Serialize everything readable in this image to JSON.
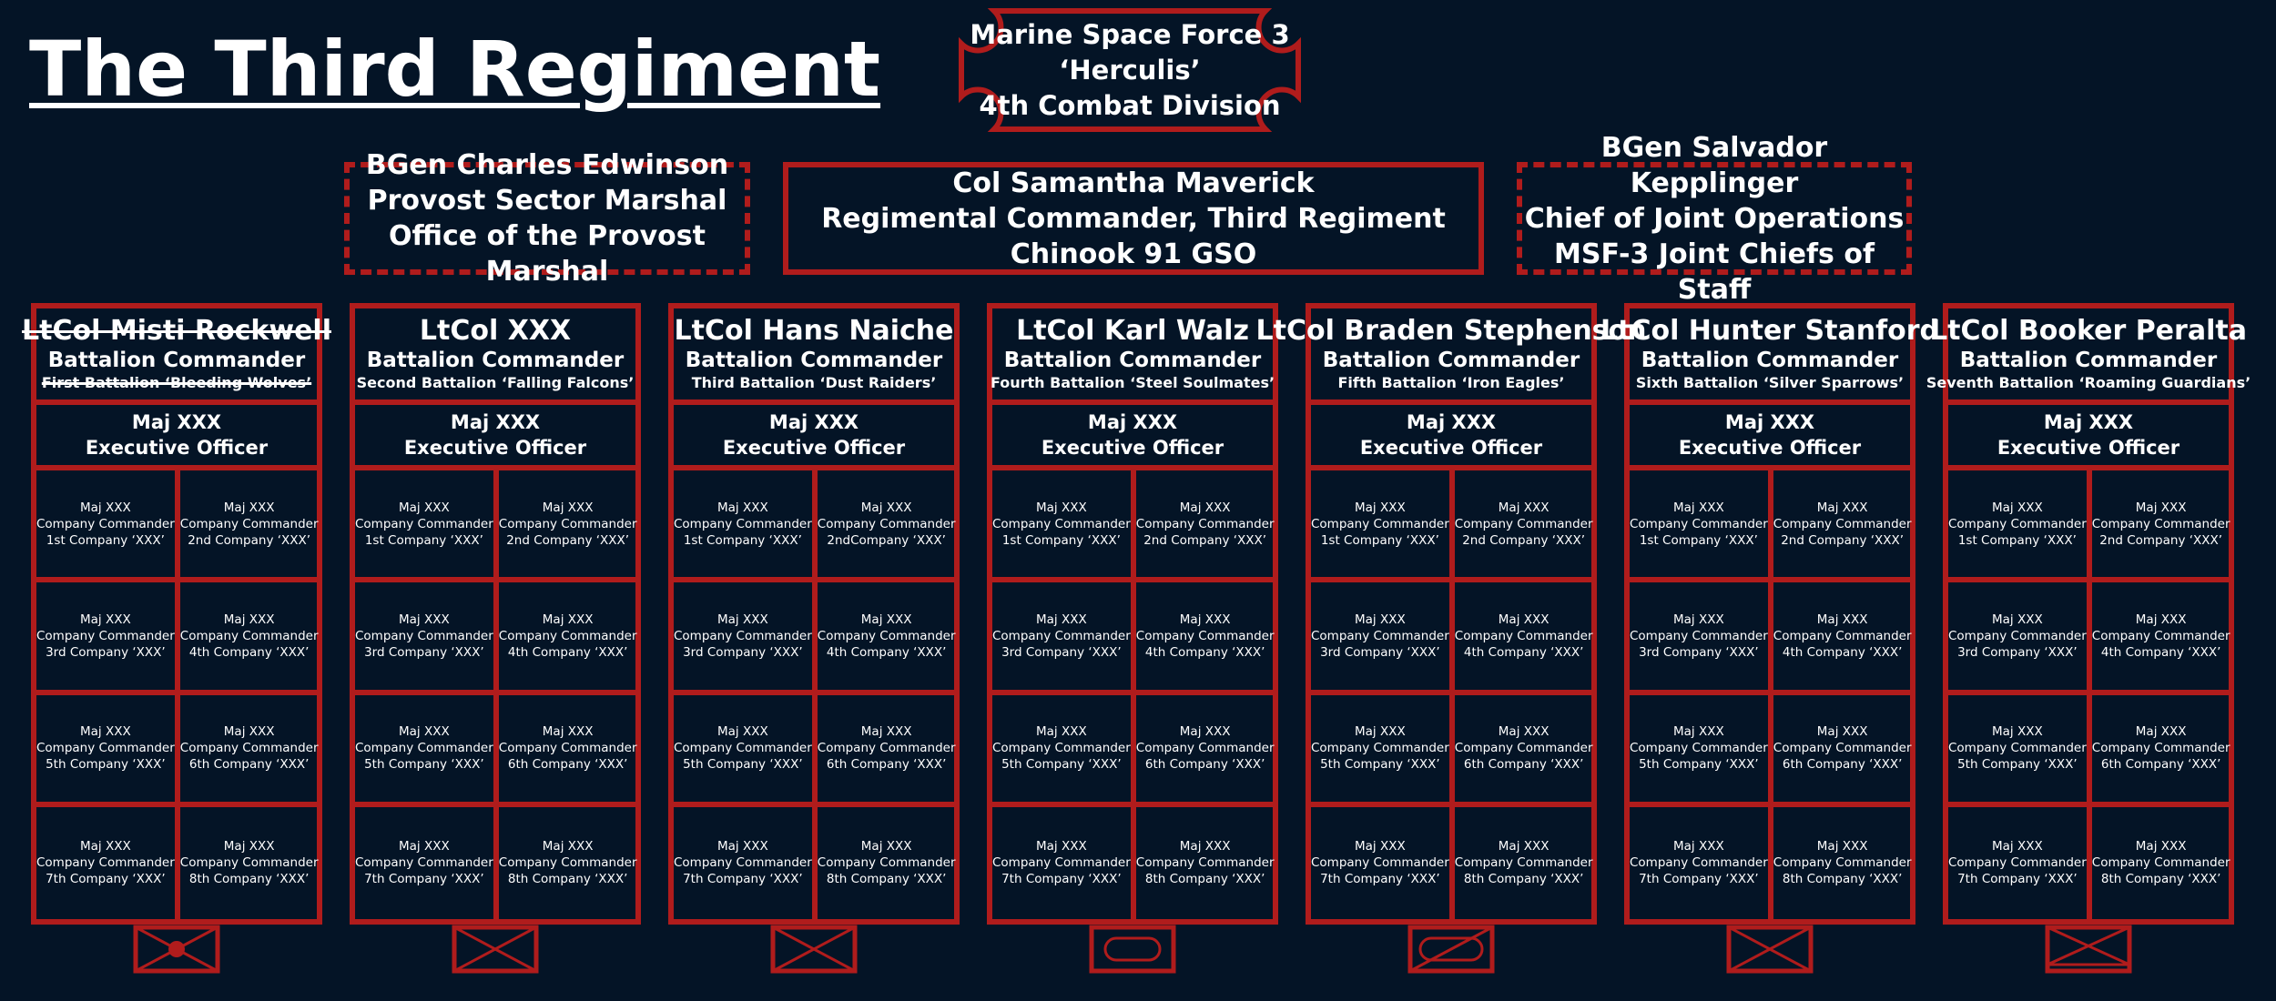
{
  "title": "The Third Regiment",
  "force_badge": {
    "lines": [
      "Marine Space Force 3",
      "‘Herculis’",
      "4th Combat Division"
    ]
  },
  "hq": {
    "left": {
      "lines": [
        "BGen Charles Edwinson",
        "Provost Sector Marshal",
        "Office of the Provost Marshal"
      ]
    },
    "center": {
      "lines": [
        "Col Samantha Maverick",
        "Regimental Commander, Third Regiment",
        "Chinook 91 GSO"
      ]
    },
    "right": {
      "lines": [
        "BGen Salvador Kepplinger",
        "Chief of Joint Operations",
        "MSF-3 Joint Chiefs of Staff"
      ]
    }
  },
  "colors": {
    "background": "#041426",
    "accent": "#B01C1C",
    "text": "#FFFFFF"
  },
  "battalions": [
    {
      "commander": "LtCol Misti Rockwell",
      "role": "Battalion Commander",
      "unit": "First Battalion ‘Bleeding Wolves’",
      "struck": true,
      "xo": {
        "rank": "Maj XXX",
        "role": "Executive Officer"
      },
      "symbol": "infantry-icon-filled-circle",
      "companies": [
        [
          "Maj XXX",
          "Company Commander",
          "1st Company ‘XXX’"
        ],
        [
          "Maj XXX",
          "Company Commander",
          "2nd Company ‘XXX’"
        ],
        [
          "Maj XXX",
          "Company Commander",
          "3rd Company ‘XXX’"
        ],
        [
          "Maj XXX",
          "Company Commander",
          "4th Company ‘XXX’"
        ],
        [
          "Maj XXX",
          "Company Commander",
          "5th Company ‘XXX’"
        ],
        [
          "Maj XXX",
          "Company Commander",
          "6th Company ‘XXX’"
        ],
        [
          "Maj XXX",
          "Company Commander",
          "7th Company ‘XXX’"
        ],
        [
          "Maj XXX",
          "Company Commander",
          "8th Company ‘XXX’"
        ]
      ]
    },
    {
      "commander": "LtCol XXX",
      "role": "Battalion Commander",
      "unit": "Second Battalion ‘Falling Falcons’",
      "struck": false,
      "xo": {
        "rank": "Maj XXX",
        "role": "Executive Officer"
      },
      "symbol": "infantry-icon",
      "companies": [
        [
          "Maj XXX",
          "Company Commander",
          "1st Company ‘XXX’"
        ],
        [
          "Maj XXX",
          "Company Commander",
          "2nd Company ‘XXX’"
        ],
        [
          "Maj XXX",
          "Company Commander",
          "3rd Company ‘XXX’"
        ],
        [
          "Maj XXX",
          "Company Commander",
          "4th Company ‘XXX’"
        ],
        [
          "Maj XXX",
          "Company Commander",
          "5th Company ‘XXX’"
        ],
        [
          "Maj XXX",
          "Company Commander",
          "6th Company ‘XXX’"
        ],
        [
          "Maj XXX",
          "Company Commander",
          "7th Company ‘XXX’"
        ],
        [
          "Maj XXX",
          "Company Commander",
          "8th Company ‘XXX’"
        ]
      ]
    },
    {
      "commander": "LtCol Hans Naiche",
      "role": "Battalion Commander",
      "unit": "Third Battalion ‘Dust Raiders’",
      "struck": false,
      "xo": {
        "rank": "Maj XXX",
        "role": "Executive Officer"
      },
      "symbol": "infantry-icon",
      "companies": [
        [
          "Maj XXX",
          "Company Commander",
          "1st Company ‘XXX’"
        ],
        [
          "Maj XXX",
          "Company Commander",
          "2ndCompany ‘XXX’"
        ],
        [
          "Maj XXX",
          "Company Commander",
          "3rd Company ‘XXX’"
        ],
        [
          "Maj XXX",
          "Company Commander",
          "4th Company ‘XXX’"
        ],
        [
          "Maj XXX",
          "Company Commander",
          "5th Company ‘XXX’"
        ],
        [
          "Maj XXX",
          "Company Commander",
          "6th Company ‘XXX’"
        ],
        [
          "Maj XXX",
          "Company Commander",
          "7th Company ‘XXX’"
        ],
        [
          "Maj XXX",
          "Company Commander",
          "8th Company ‘XXX’"
        ]
      ]
    },
    {
      "commander": "LtCol Karl Walz",
      "role": "Battalion Commander",
      "unit": "Fourth Battalion ‘Steel Soulmates’",
      "struck": false,
      "xo": {
        "rank": "Maj XXX",
        "role": "Executive Officer"
      },
      "symbol": "armor-icon",
      "companies": [
        [
          "Maj XXX",
          "Company Commander",
          "1st Company ‘XXX’"
        ],
        [
          "Maj XXX",
          "Company Commander",
          "2nd Company ‘XXX’"
        ],
        [
          "Maj XXX",
          "Company Commander",
          "3rd Company ‘XXX’"
        ],
        [
          "Maj XXX",
          "Company Commander",
          "4th Company ‘XXX’"
        ],
        [
          "Maj XXX",
          "Company Commander",
          "5th Company ‘XXX’"
        ],
        [
          "Maj XXX",
          "Company Commander",
          "6th Company ‘XXX’"
        ],
        [
          "Maj XXX",
          "Company Commander",
          "7th Company ‘XXX’"
        ],
        [
          "Maj XXX",
          "Company Commander",
          "8th Company ‘XXX’"
        ]
      ]
    },
    {
      "commander": "LtCol Braden Stephenson",
      "role": "Battalion Commander",
      "unit": "Fifth Battalion ‘Iron Eagles’",
      "struck": false,
      "xo": {
        "rank": "Maj XXX",
        "role": "Executive Officer"
      },
      "symbol": "mechanized-icon",
      "companies": [
        [
          "Maj XXX",
          "Company Commander",
          "1st Company ‘XXX’"
        ],
        [
          "Maj XXX",
          "Company Commander",
          "2nd Company ‘XXX’"
        ],
        [
          "Maj XXX",
          "Company Commander",
          "3rd Company ‘XXX’"
        ],
        [
          "Maj XXX",
          "Company Commander",
          "4th Company ‘XXX’"
        ],
        [
          "Maj XXX",
          "Company Commander",
          "5th Company ‘XXX’"
        ],
        [
          "Maj XXX",
          "Company Commander",
          "6th Company ‘XXX’"
        ],
        [
          "Maj XXX",
          "Company Commander",
          "7th Company ‘XXX’"
        ],
        [
          "Maj XXX",
          "Company Commander",
          "8th Company ‘XXX’"
        ]
      ]
    },
    {
      "commander": "LtCol Hunter Stanford",
      "role": "Battalion Commander",
      "unit": "Sixth Battalion ‘Silver Sparrows’",
      "struck": false,
      "xo": {
        "rank": "Maj XXX",
        "role": "Executive Officer"
      },
      "symbol": "infantry-icon",
      "companies": [
        [
          "Maj XXX",
          "Company Commander",
          "1st Company ‘XXX’"
        ],
        [
          "Maj XXX",
          "Company Commander",
          "2nd Company ‘XXX’"
        ],
        [
          "Maj XXX",
          "Company Commander",
          "3rd Company ‘XXX’"
        ],
        [
          "Maj XXX",
          "Company Commander",
          "4th Company ‘XXX’"
        ],
        [
          "Maj XXX",
          "Company Commander",
          "5th Company ‘XXX’"
        ],
        [
          "Maj XXX",
          "Company Commander",
          "6th Company ‘XXX’"
        ],
        [
          "Maj XXX",
          "Company Commander",
          "7th Company ‘XXX’"
        ],
        [
          "Maj XXX",
          "Company Commander",
          "8th Company ‘XXX’"
        ]
      ]
    },
    {
      "commander": "LtCol Booker Peralta",
      "role": "Battalion Commander",
      "unit": "Seventh Battalion ‘Roaming Guardians’",
      "struck": false,
      "xo": {
        "rank": "Maj XXX",
        "role": "Executive Officer"
      },
      "symbol": "infantry-base-line-icon",
      "companies": [
        [
          "Maj XXX",
          "Company Commander",
          "1st Company ‘XXX’"
        ],
        [
          "Maj XXX",
          "Company Commander",
          "2nd Company ‘XXX’"
        ],
        [
          "Maj XXX",
          "Company Commander",
          "3rd Company ‘XXX’"
        ],
        [
          "Maj XXX",
          "Company Commander",
          "4th Company ‘XXX’"
        ],
        [
          "Maj XXX",
          "Company Commander",
          "5th Company ‘XXX’"
        ],
        [
          "Maj XXX",
          "Company Commander",
          "6th Company ‘XXX’"
        ],
        [
          "Maj XXX",
          "Company Commander",
          "7th Company ‘XXX’"
        ],
        [
          "Maj XXX",
          "Company Commander",
          "8th Company ‘XXX’"
        ]
      ]
    }
  ]
}
